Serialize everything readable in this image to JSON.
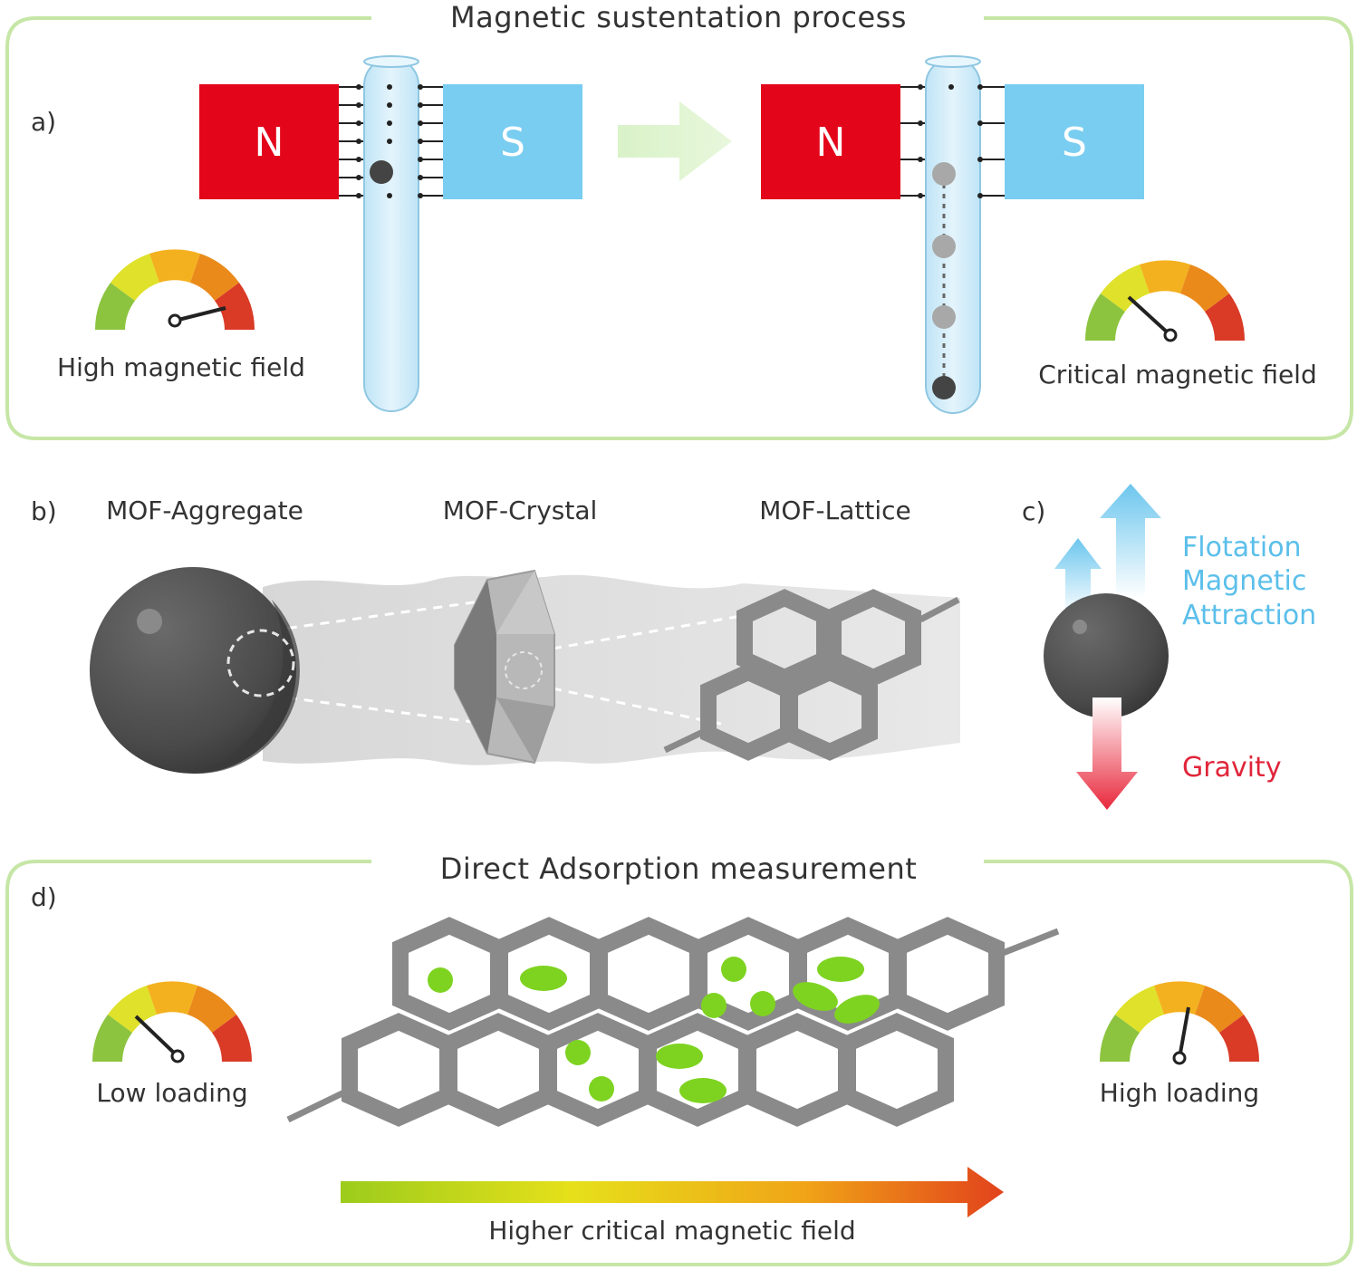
{
  "section_a": {
    "title": "Magnetic sustentation process",
    "label": "a)",
    "magnet_left": "N",
    "magnet_right": "S",
    "gauge_left_label": "High magnetic field",
    "gauge_right_label": "Critical magnetic field"
  },
  "section_b": {
    "label": "b)",
    "aggregate": "MOF-Aggregate",
    "crystal": "MOF-Crystal",
    "lattice": "MOF-Lattice"
  },
  "section_c": {
    "label": "c)",
    "force_up_line1": "Flotation",
    "force_up_line2": "Magnetic",
    "force_up_line3": "Attraction",
    "force_down": "Gravity"
  },
  "section_d": {
    "title": "Direct Adsorption measurement",
    "label": "d)",
    "gauge_left_label": "Low loading",
    "gauge_right_label": "High loading",
    "arrow_label": "Higher critical magnetic field"
  },
  "colors": {
    "magnet_n": "#e3061a",
    "magnet_s": "#79cdf0",
    "frame": "#c6e6a6",
    "adsorbate": "#7ed321",
    "lattice": "#8a8a8a"
  }
}
